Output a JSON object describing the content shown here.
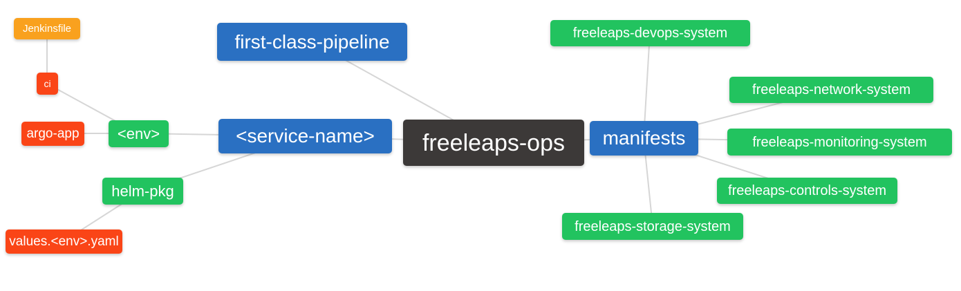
{
  "diagram": {
    "type": "mindmap",
    "root_label": "freeleaps-ops",
    "colors": {
      "root_bg": "#3c3938",
      "branch_bg": "#2a70c2",
      "group_bg": "#22c35f",
      "leaf_bg": "#fa4517",
      "file_bg": "#f9a11e",
      "edge": "#d6d6d6",
      "text": "#ffffff",
      "background": "#ffffff"
    },
    "nodes": [
      {
        "id": "jenkinsfile",
        "label": "Jenkinsfile",
        "parent": "ci",
        "color_role": "file"
      },
      {
        "id": "ci",
        "label": "ci",
        "parent": "env",
        "color_role": "leaf"
      },
      {
        "id": "argo-app",
        "label": "argo-app",
        "parent": "env",
        "color_role": "leaf"
      },
      {
        "id": "env",
        "label": "<env>",
        "parent": "service-name",
        "color_role": "group"
      },
      {
        "id": "helm-pkg",
        "label": "helm-pkg",
        "parent": "service-name",
        "color_role": "group"
      },
      {
        "id": "values-env-yaml",
        "label": "values.<env>.yaml",
        "parent": "helm-pkg",
        "color_role": "leaf"
      },
      {
        "id": "first-class-pipeline",
        "label": "first-class-pipeline",
        "parent": "freeleaps-ops",
        "color_role": "branch"
      },
      {
        "id": "service-name",
        "label": "<service-name>",
        "parent": "freeleaps-ops",
        "color_role": "branch"
      },
      {
        "id": "freeleaps-ops",
        "label": "freeleaps-ops",
        "parent": null,
        "color_role": "root"
      },
      {
        "id": "manifests",
        "label": "manifests",
        "parent": "freeleaps-ops",
        "color_role": "branch"
      },
      {
        "id": "freeleaps-devops-system",
        "label": "freeleaps-devops-system",
        "parent": "manifests",
        "color_role": "group"
      },
      {
        "id": "freeleaps-network-system",
        "label": "freeleaps-network-system",
        "parent": "manifests",
        "color_role": "group"
      },
      {
        "id": "freeleaps-monitoring-system",
        "label": "freeleaps-monitoring-system",
        "parent": "manifests",
        "color_role": "group"
      },
      {
        "id": "freeleaps-controls-system",
        "label": "freeleaps-controls-system",
        "parent": "manifests",
        "color_role": "group"
      },
      {
        "id": "freeleaps-storage-system",
        "label": "freeleaps-storage-system",
        "parent": "manifests",
        "color_role": "group"
      }
    ],
    "edges": [
      {
        "from": "freeleaps-ops",
        "to": "first-class-pipeline"
      },
      {
        "from": "freeleaps-ops",
        "to": "service-name"
      },
      {
        "from": "freeleaps-ops",
        "to": "manifests"
      },
      {
        "from": "service-name",
        "to": "env"
      },
      {
        "from": "service-name",
        "to": "helm-pkg"
      },
      {
        "from": "env",
        "to": "ci"
      },
      {
        "from": "env",
        "to": "argo-app"
      },
      {
        "from": "ci",
        "to": "jenkinsfile"
      },
      {
        "from": "helm-pkg",
        "to": "values-env-yaml"
      },
      {
        "from": "manifests",
        "to": "freeleaps-devops-system"
      },
      {
        "from": "manifests",
        "to": "freeleaps-network-system"
      },
      {
        "from": "manifests",
        "to": "freeleaps-monitoring-system"
      },
      {
        "from": "manifests",
        "to": "freeleaps-controls-system"
      },
      {
        "from": "manifests",
        "to": "freeleaps-storage-system"
      }
    ]
  }
}
